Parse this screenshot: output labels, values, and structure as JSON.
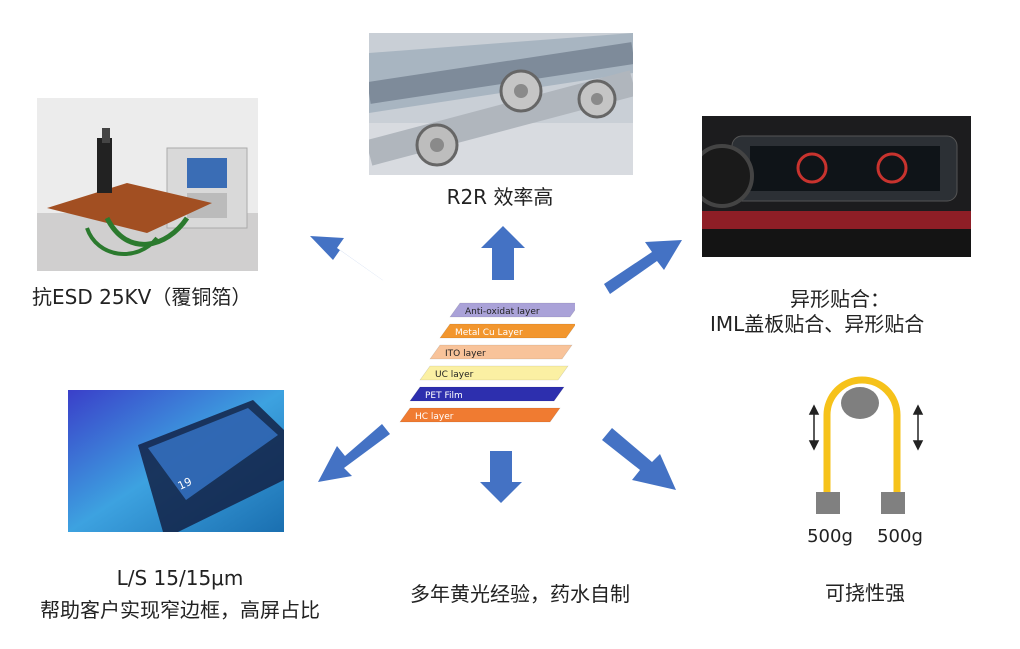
{
  "center_stack": {
    "layers": [
      {
        "label": "Anti-oxidat  layer",
        "color": "#aaa2d8"
      },
      {
        "label": "Metal  Cu Layer",
        "color": "#f2962e"
      },
      {
        "label": "ITO layer",
        "color": "#f8c39a"
      },
      {
        "label": "UC layer",
        "color": "#fbf0a3"
      },
      {
        "label": "PET Film",
        "color": "#2d2fae"
      },
      {
        "label": "HC layer",
        "color": "#f07b31"
      }
    ]
  },
  "features": {
    "esd": {
      "caption": "抗ESD 25KV（覆铜箔）"
    },
    "r2r": {
      "caption": "R2R 效率高"
    },
    "iml": {
      "line1": "异形贴合：",
      "line2": "IML盖板贴合、异形贴合"
    },
    "ls": {
      "line1": "L/S 15/15μm",
      "line2": "帮助客户实现窄边框，高屏占比"
    },
    "yellow": {
      "caption": "多年黄光经验，药水自制"
    },
    "flex": {
      "caption": "可挠性强",
      "weight_left": "500g",
      "weight_right": "500g"
    }
  },
  "colors": {
    "arrow": "#4472c4",
    "bend_wire": "#f6c21a"
  }
}
